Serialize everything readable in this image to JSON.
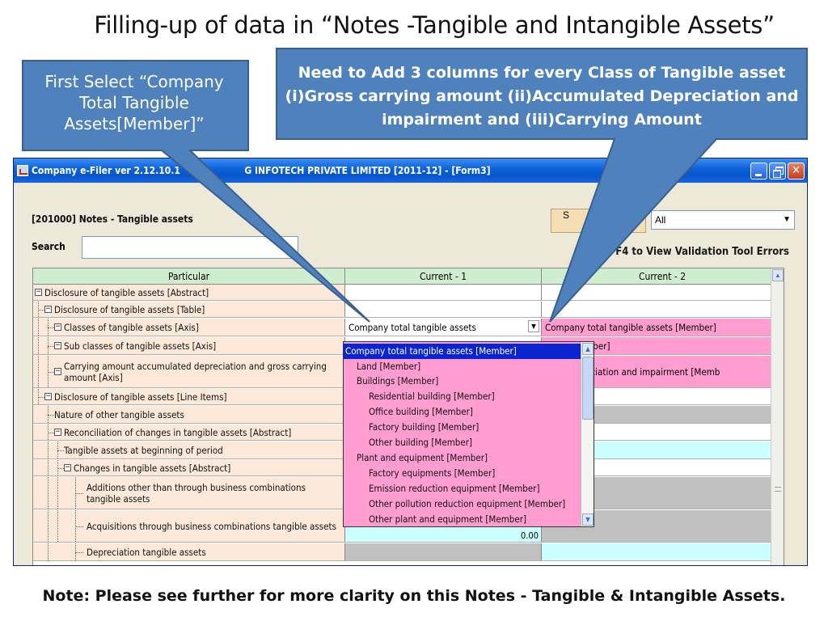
{
  "slide": {
    "title": "Filling-up of data in “Notes -Tangible and Intangible Assets”",
    "footer_note": "Note: Please see further for more clarity on this Notes - Tangible & Intangible Assets."
  },
  "callouts": {
    "left": "First Select “Company Total Tangible Assets[Member]”",
    "right": "Need to Add 3 columns for every Class of Tangible asset (i)Gross carrying amount (ii)Accumulated Depreciation and impairment and  (iii)Carrying Amount",
    "fill_color": "#4f81bd",
    "border_color": "#3a5f8f"
  },
  "window": {
    "title_left": "Company e-Filer ver 2.12.10.1",
    "title_right": "G INFOTECH PRIVATE LIMITED [2011-12] - [Form3]",
    "section_title": "[201000] Notes - Tangible assets",
    "search_label": "Search",
    "search_value": "",
    "save_button_label": "S",
    "filter_value": "All",
    "validation_hint": "F4 to View Validation Tool Errors"
  },
  "grid": {
    "headers": [
      "Particular",
      "Current - 1",
      "Current - 2"
    ],
    "rows": [
      {
        "label": "Disclosure of tangible assets [Abstract]",
        "c1": "",
        "c2": ""
      },
      {
        "label": "Disclosure of tangible assets [Table]",
        "c1": "",
        "c2": ""
      },
      {
        "label": "Classes of tangible assets [Axis]",
        "c1": "Company total tangible assets",
        "c2": "Company total tangible assets [Member]"
      },
      {
        "label": "Sub classes of tangible assets [Axis]",
        "c1": "",
        "c2": "ssets [Member]"
      },
      {
        "label": "Carrying amount accumulated depreciation and gross carrying amount [Axis]",
        "c1": "",
        "c2": "ated depreciation and impairment [Memb"
      },
      {
        "label": "Disclosure of tangible assets [Line Items]",
        "c1": "",
        "c2": ""
      },
      {
        "label": "Nature of other tangible assets",
        "c1": "",
        "c2": ""
      },
      {
        "label": "Reconciliation of changes in tangible assets [Abstract]",
        "c1": "",
        "c2": ""
      },
      {
        "label": "Tangible assets at beginning of period",
        "c1": "",
        "c2": ""
      },
      {
        "label": "Changes in tangible assets [Abstract]",
        "c1": "",
        "c2": ""
      },
      {
        "label": "Additions other than through business combinations tangible assets",
        "c1": "",
        "c2": ""
      },
      {
        "label": "Acquisitions through business combinations tangible assets",
        "c1": "0.00",
        "c2": ""
      },
      {
        "label": "Depreciation tangible assets",
        "c1": "",
        "c2": ""
      }
    ]
  },
  "dropdown": {
    "items": [
      "Company total tangible assets [Member]",
      "Land [Member]",
      "Buildings [Member]",
      "Residential building [Member]",
      "Office building [Member]",
      "Factory building [Member]",
      "Other building [Member]",
      "Plant and equipment [Member]",
      "Factory equipments [Member]",
      "Emission reduction equipment [Member]",
      "Other pollution reduction equipment [Member]",
      "Other plant and equipment [Member]"
    ],
    "selected_index": 0
  },
  "colors": {
    "titlebar": "#0a5fd8",
    "header_bg": "#cfeecf",
    "particular_bg": "#fde9d9",
    "pink_cell": "#ff9cd0",
    "gray_cell": "#c0c0c0",
    "cyan_cell": "#ccffff",
    "selection": "#0a24d0"
  }
}
